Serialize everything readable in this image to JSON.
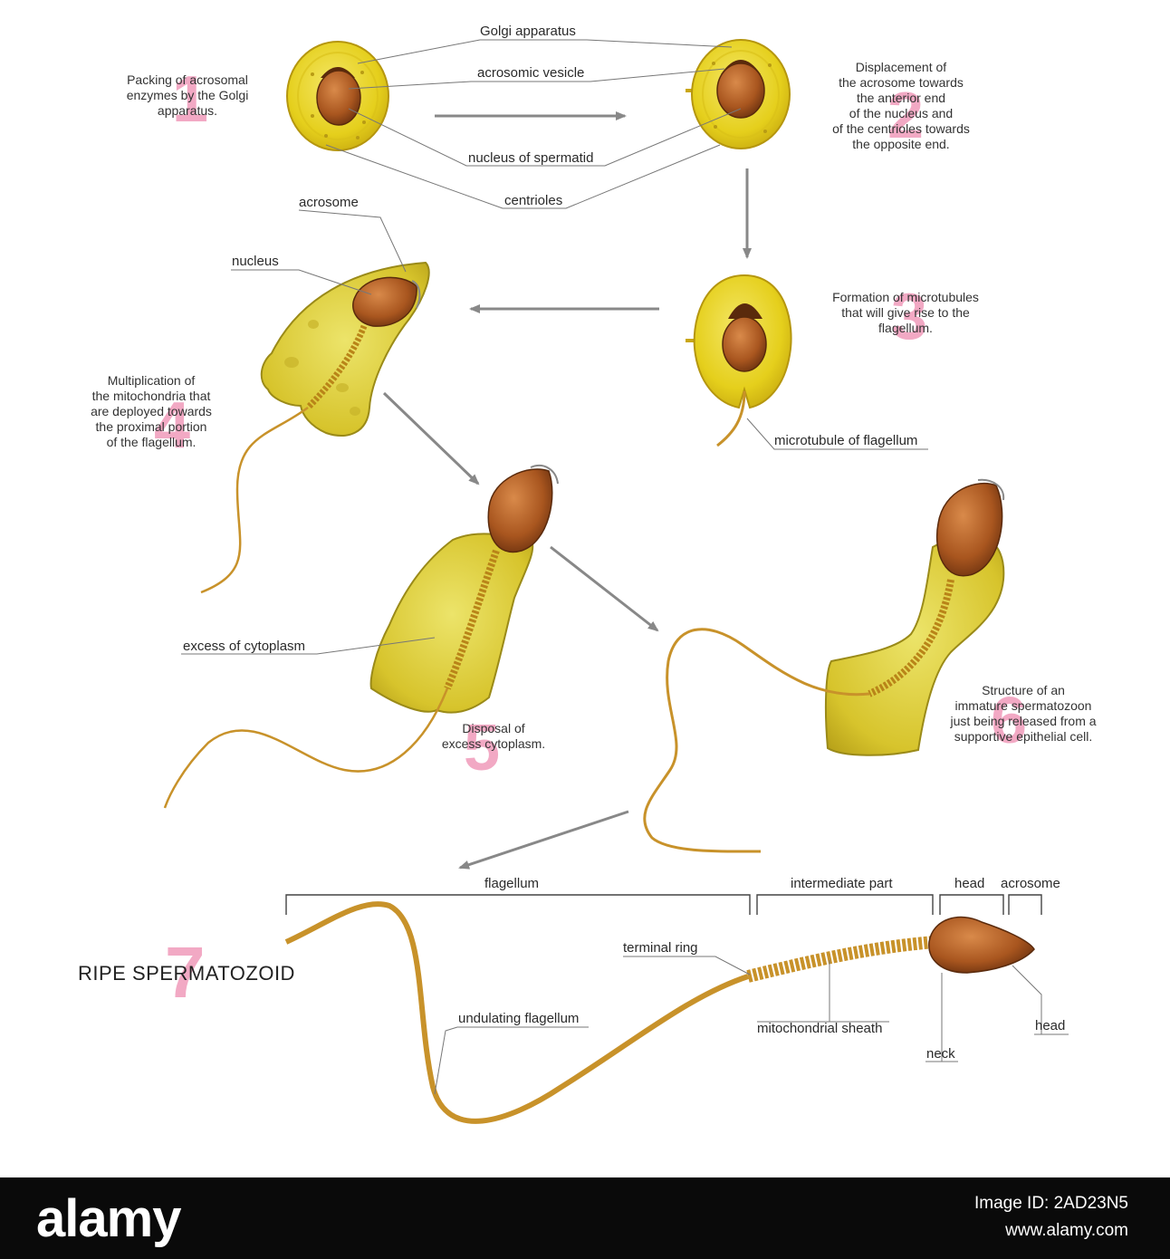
{
  "labels": {
    "golgi": "Golgi apparatus",
    "vesicle": "acrosomic vesicle",
    "nucleus_spermatid": "nucleus of spermatid",
    "centrioles": "centrioles",
    "acrosome": "acrosome",
    "nucleus": "nucleus",
    "microtubule": "microtubule of flagellum",
    "excess": "excess of cytoplasm",
    "flagellum": "flagellum",
    "intermediate": "intermediate part",
    "head_top": "head",
    "acrosome_top": "acrosome",
    "terminal_ring": "terminal ring",
    "undulating": "undulating flagellum",
    "mito_sheath": "mitochondrial sheath",
    "neck": "neck",
    "head_side": "head"
  },
  "steps": {
    "s1": {
      "num": "1",
      "lines": [
        "Packing of acrosomal",
        "enzymes by the Golgi",
        "apparatus."
      ]
    },
    "s2": {
      "num": "2",
      "lines": [
        "Displacement of",
        "the acrosome towards",
        "the anterior end",
        "of the nucleus and",
        "of the centrioles towards",
        "the opposite end."
      ]
    },
    "s3": {
      "num": "3",
      "lines": [
        "Formation of microtubules",
        "that will give rise to the",
        "flagellum."
      ]
    },
    "s4": {
      "num": "4",
      "lines": [
        "Multiplication of",
        "the mitochondria that",
        "are deployed towards",
        "the proximal portion",
        "of the flagellum."
      ]
    },
    "s5": {
      "num": "5",
      "lines": [
        "Disposal of",
        "excess cytoplasm."
      ]
    },
    "s6": {
      "num": "6",
      "lines": [
        "Structure of an",
        "immature spermatozoon",
        "just being released from a",
        "supportive epithelial cell."
      ]
    },
    "s7": {
      "num": "7",
      "title": "RIPE SPERMATOZOID"
    }
  },
  "footer": {
    "brand": "alamy",
    "image_id": "Image ID: 2AD23N5",
    "site": "www.alamy.com"
  },
  "colors": {
    "cytoplasm": "#e7d31a",
    "nucleus": "#a65a24",
    "flagellum": "#c8922a",
    "step_number": "#f2a9c4",
    "arrow": "#888888"
  }
}
